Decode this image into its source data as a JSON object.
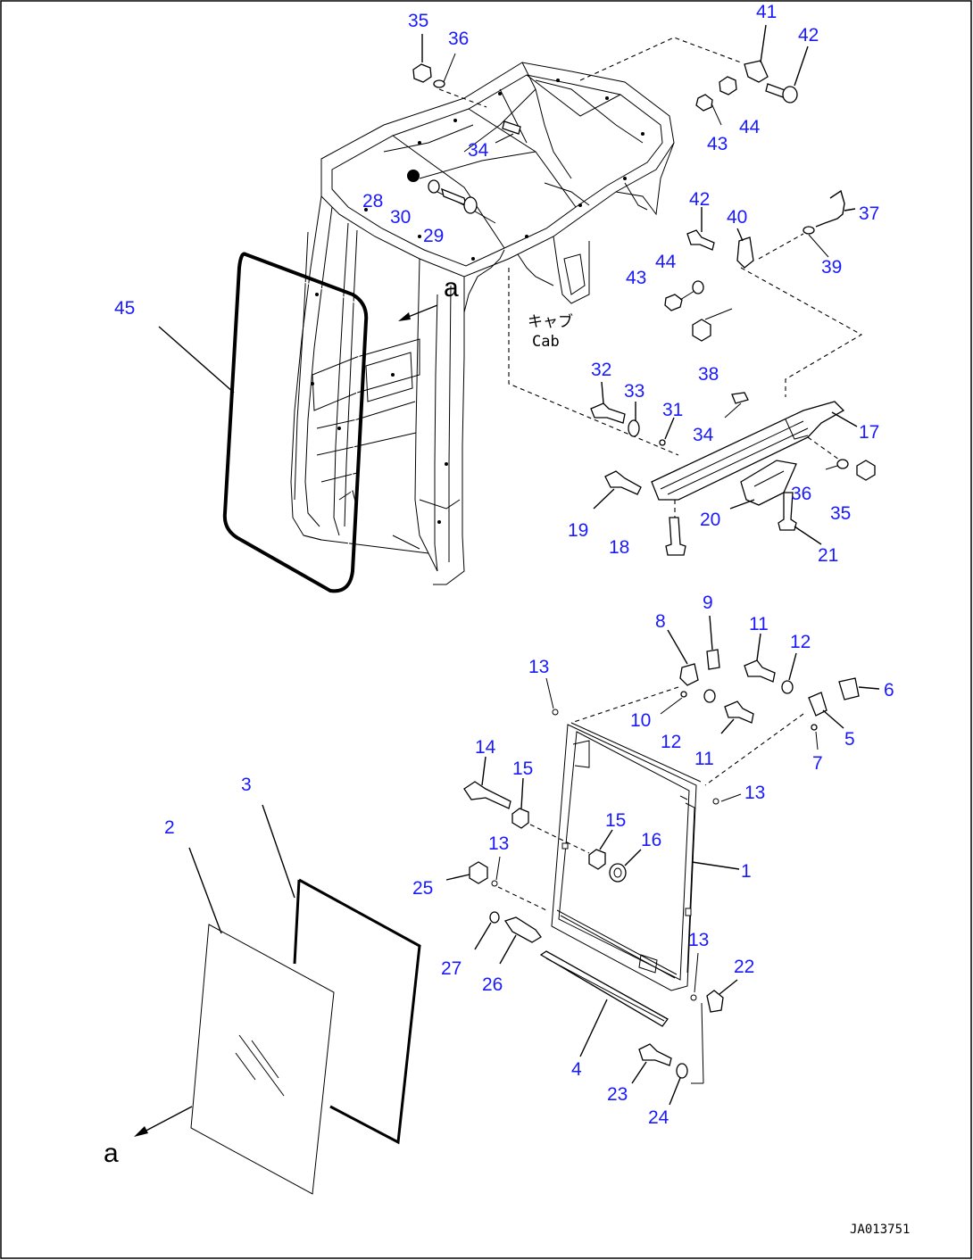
{
  "diagram": {
    "callouts": [
      "35",
      "36",
      "41",
      "42",
      "44",
      "43",
      "34",
      "28",
      "30",
      "29",
      "42",
      "40",
      "37",
      "44",
      "43",
      "39",
      "45",
      "38",
      "32",
      "33",
      "31",
      "34",
      "17",
      "36",
      "19",
      "18",
      "20",
      "35",
      "21",
      "9",
      "8",
      "11",
      "12",
      "6",
      "13",
      "10",
      "12",
      "5",
      "11",
      "7",
      "14",
      "15",
      "13",
      "3",
      "15",
      "16",
      "1",
      "2",
      "13",
      "25",
      "27",
      "26",
      "13",
      "22",
      "4",
      "23",
      "24"
    ],
    "view_letters": [
      "a",
      "a"
    ],
    "cab_label_jp": "キャブ",
    "cab_label_en": "Cab",
    "drawing_code": "JA013751"
  }
}
